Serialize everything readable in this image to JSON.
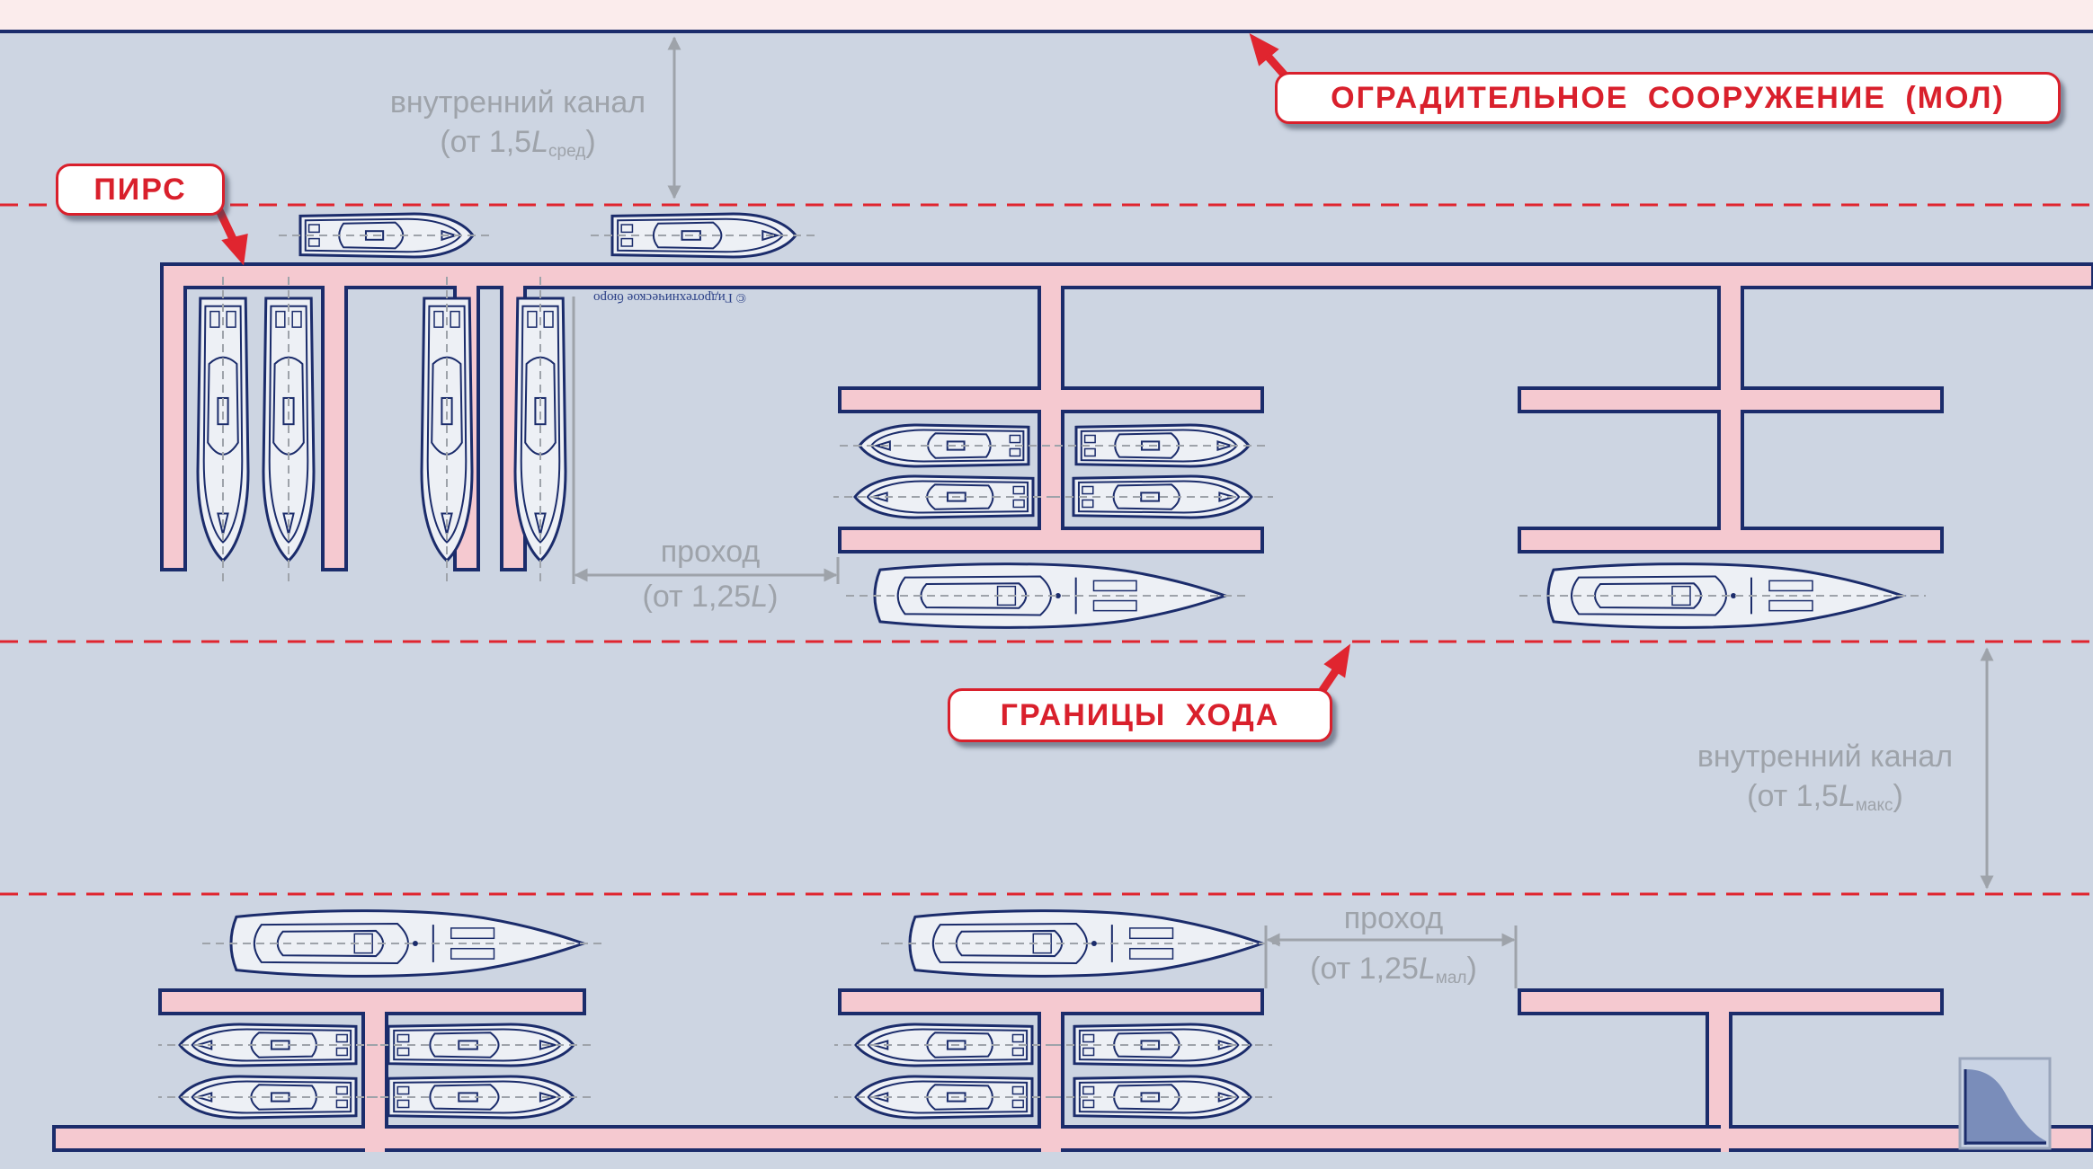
{
  "colors": {
    "water": "#cdd5e2",
    "pier_fill": "#f5c9d0",
    "pier_outline": "#1b2c6b",
    "boundary": "#e0252f",
    "measure": "#9ea3aa",
    "boat_fill": "#edf0f5",
    "boat_line": "#1b2c6b",
    "callout_text": "#d9202c",
    "breakwater_band": "#fbecec"
  },
  "labels": {
    "breakwater": "ОГРАДИТЕЛЬНОЕ СООРУЖЕНИЕ (МОЛ)",
    "pier": "ПИРС",
    "fairway_bounds": "ГРАНИЦЫ ХОДА"
  },
  "measurements": {
    "inner_channel_top": {
      "text": "внутренний канал",
      "formula_prefix": "(от 1,5",
      "symbol": "L",
      "subscript": "сред",
      "formula_suffix": ")"
    },
    "passage_middle": {
      "text": "проход",
      "formula_prefix": "(от 1,25",
      "symbol": "L",
      "subscript": "",
      "formula_suffix": ")"
    },
    "inner_channel_right": {
      "text": "внутренний канал",
      "formula_prefix": "(от 1,5",
      "symbol": "L",
      "subscript": "макс",
      "formula_suffix": ")"
    },
    "passage_bottom": {
      "text": "проход",
      "formula_prefix": "(от 1,25",
      "symbol": "L",
      "subscript": "мал",
      "formula_suffix": ")"
    }
  },
  "copyright": "© Гидротехническое бюро",
  "logo_icon": "bureau-logo-icon"
}
